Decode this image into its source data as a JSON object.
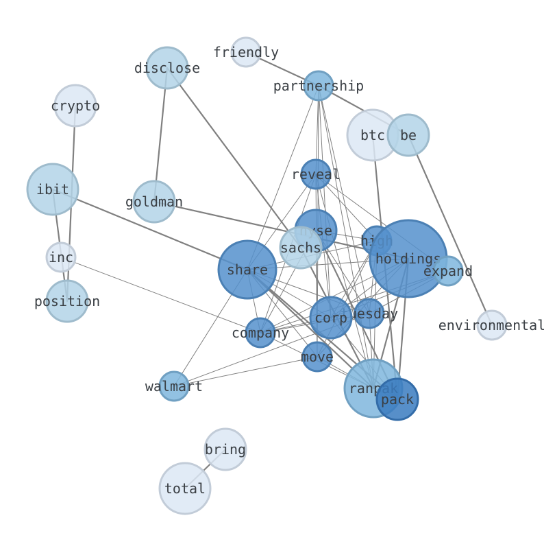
{
  "colors": {
    "background": "#ffffff",
    "edge": "#808080",
    "label": "#3a3f44",
    "pale": "#dce8f5",
    "light": "#b3d4e8",
    "medium": "#7fb6dd",
    "strong": "#5591cc",
    "dark": "#3a7bbf"
  },
  "nodes": [
    {
      "id": "friendly",
      "label": "friendly",
      "shade": "pale"
    },
    {
      "id": "disclose",
      "label": "disclose",
      "shade": "light"
    },
    {
      "id": "partnership",
      "label": "partnership",
      "shade": "medium"
    },
    {
      "id": "crypto",
      "label": "crypto",
      "shade": "pale"
    },
    {
      "id": "btc",
      "label": "btc",
      "shade": "pale"
    },
    {
      "id": "be",
      "label": "be",
      "shade": "light"
    },
    {
      "id": "ibit",
      "label": "ibit",
      "shade": "light"
    },
    {
      "id": "reveal",
      "label": "reveal",
      "shade": "strong"
    },
    {
      "id": "goldman",
      "label": "goldman",
      "shade": "light"
    },
    {
      "id": "nyse",
      "label": "nyse",
      "shade": "strong"
    },
    {
      "id": "sachs",
      "label": "sachs",
      "shade": "light"
    },
    {
      "id": "high",
      "label": "high",
      "shade": "strong"
    },
    {
      "id": "holdings",
      "label": "holdings",
      "shade": "strong"
    },
    {
      "id": "inc",
      "label": "inc",
      "shade": "pale"
    },
    {
      "id": "share",
      "label": "share",
      "shade": "strong"
    },
    {
      "id": "expand",
      "label": "expand",
      "shade": "medium"
    },
    {
      "id": "position",
      "label": "position",
      "shade": "light"
    },
    {
      "id": "tuesday",
      "label": "tuesday",
      "shade": "strong"
    },
    {
      "id": "corp",
      "label": "corp",
      "shade": "strong"
    },
    {
      "id": "environmental",
      "label": "environmental",
      "shade": "pale"
    },
    {
      "id": "company",
      "label": "company",
      "shade": "strong"
    },
    {
      "id": "move",
      "label": "move",
      "shade": "strong"
    },
    {
      "id": "walmart",
      "label": "walmart",
      "shade": "medium"
    },
    {
      "id": "ranpak",
      "label": "ranpak",
      "shade": "medium"
    },
    {
      "id": "pack",
      "label": "pack",
      "shade": "dark"
    },
    {
      "id": "bring",
      "label": "bring",
      "shade": "pale"
    },
    {
      "id": "total",
      "label": "total",
      "shade": "pale"
    }
  ],
  "edges": [
    {
      "source": "friendly",
      "target": "partnership",
      "weight": 2
    },
    {
      "source": "partnership",
      "target": "be",
      "weight": 2
    },
    {
      "source": "disclose",
      "target": "goldman",
      "weight": 2
    },
    {
      "source": "disclose",
      "target": "sachs",
      "weight": 2
    },
    {
      "source": "crypto",
      "target": "position",
      "weight": 2
    },
    {
      "source": "ibit",
      "target": "position",
      "weight": 2
    },
    {
      "source": "ibit",
      "target": "share",
      "weight": 2
    },
    {
      "source": "goldman",
      "target": "holdings",
      "weight": 2
    },
    {
      "source": "be",
      "target": "environmental",
      "weight": 2
    },
    {
      "source": "btc",
      "target": "pack",
      "weight": 2
    },
    {
      "source": "bring",
      "target": "total",
      "weight": 2
    },
    {
      "source": "inc",
      "target": "company",
      "weight": 1
    },
    {
      "source": "partnership",
      "target": "reveal",
      "weight": 1
    },
    {
      "source": "partnership",
      "target": "share",
      "weight": 1
    },
    {
      "source": "partnership",
      "target": "move",
      "weight": 1
    },
    {
      "source": "partnership",
      "target": "tuesday",
      "weight": 1
    },
    {
      "source": "partnership",
      "target": "corp",
      "weight": 1
    },
    {
      "source": "partnership",
      "target": "ranpak",
      "weight": 1
    },
    {
      "source": "reveal",
      "target": "share",
      "weight": 1
    },
    {
      "source": "reveal",
      "target": "company",
      "weight": 1
    },
    {
      "source": "reveal",
      "target": "move",
      "weight": 1
    },
    {
      "source": "reveal",
      "target": "corp",
      "weight": 1
    },
    {
      "source": "reveal",
      "target": "expand",
      "weight": 1
    },
    {
      "source": "reveal",
      "target": "high",
      "weight": 1
    },
    {
      "source": "reveal",
      "target": "ranpak",
      "weight": 1
    },
    {
      "source": "nyse",
      "target": "high",
      "weight": 1
    },
    {
      "source": "nyse",
      "target": "tuesday",
      "weight": 1
    },
    {
      "source": "nyse",
      "target": "move",
      "weight": 1
    },
    {
      "source": "nyse",
      "target": "company",
      "weight": 1
    },
    {
      "source": "nyse",
      "target": "pack",
      "weight": 2
    },
    {
      "source": "sachs",
      "target": "ranpak",
      "weight": 2
    },
    {
      "source": "share",
      "target": "holdings",
      "weight": 1
    },
    {
      "source": "share",
      "target": "high",
      "weight": 1
    },
    {
      "source": "share",
      "target": "corp",
      "weight": 1
    },
    {
      "source": "share",
      "target": "tuesday",
      "weight": 1
    },
    {
      "source": "share",
      "target": "move",
      "weight": 1
    },
    {
      "source": "share",
      "target": "ranpak",
      "weight": 2
    },
    {
      "source": "share",
      "target": "pack",
      "weight": 2
    },
    {
      "source": "share",
      "target": "walmart",
      "weight": 1
    },
    {
      "source": "holdings",
      "target": "corp",
      "weight": 1
    },
    {
      "source": "holdings",
      "target": "move",
      "weight": 1
    },
    {
      "source": "holdings",
      "target": "company",
      "weight": 1
    },
    {
      "source": "holdings",
      "target": "ranpak",
      "weight": 2
    },
    {
      "source": "holdings",
      "target": "pack",
      "weight": 2
    },
    {
      "source": "high",
      "target": "corp",
      "weight": 1
    },
    {
      "source": "high",
      "target": "move",
      "weight": 1
    },
    {
      "source": "high",
      "target": "ranpak",
      "weight": 1
    },
    {
      "source": "high",
      "target": "tuesday",
      "weight": 1
    },
    {
      "source": "expand",
      "target": "corp",
      "weight": 1
    },
    {
      "source": "expand",
      "target": "company",
      "weight": 1
    },
    {
      "source": "expand",
      "target": "tuesday",
      "weight": 1
    },
    {
      "source": "tuesday",
      "target": "company",
      "weight": 1
    },
    {
      "source": "tuesday",
      "target": "walmart",
      "weight": 1
    },
    {
      "source": "tuesday",
      "target": "ranpak",
      "weight": 1
    },
    {
      "source": "corp",
      "target": "company",
      "weight": 1
    },
    {
      "source": "corp",
      "target": "pack",
      "weight": 1
    },
    {
      "source": "company",
      "target": "ranpak",
      "weight": 1
    },
    {
      "source": "company",
      "target": "share",
      "weight": 1
    },
    {
      "source": "move",
      "target": "ranpak",
      "weight": 1
    },
    {
      "source": "move",
      "target": "walmart",
      "weight": 1
    },
    {
      "source": "ranpak",
      "target": "pack",
      "weight": 1
    }
  ]
}
